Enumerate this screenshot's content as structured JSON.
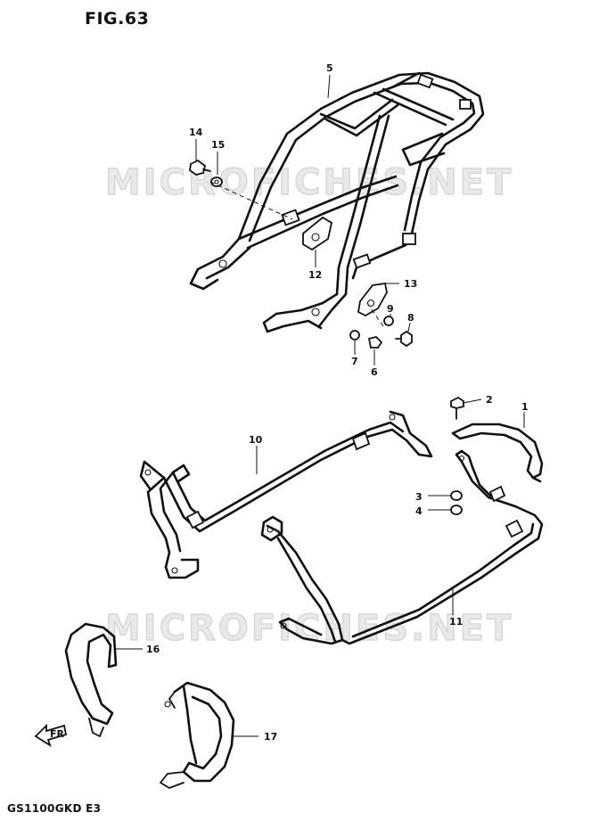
{
  "figure": {
    "title": "FIG.63",
    "model_code": "GS1100GKD  E3"
  },
  "watermarks": [
    "MICROFICHES.NET",
    "MICROFICHES.NET"
  ],
  "callouts": [
    "1",
    "2",
    "3",
    "4",
    "5",
    "6",
    "7",
    "8",
    "9",
    "10",
    "11",
    "12",
    "13",
    "14",
    "15",
    "16",
    "17"
  ],
  "icons": {
    "front_arrow": "front-direction-arrow-icon"
  }
}
